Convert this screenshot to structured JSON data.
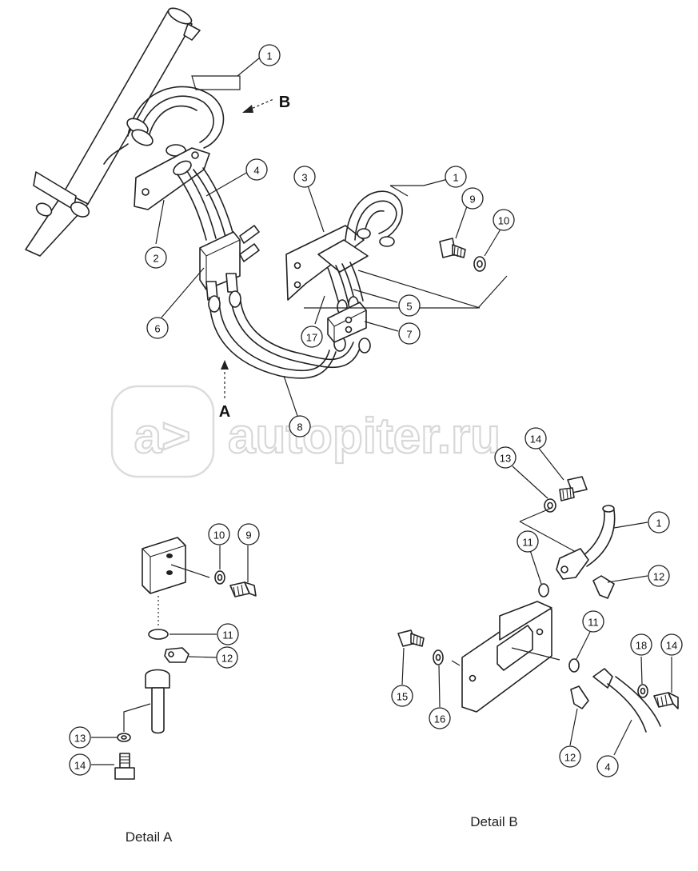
{
  "watermark": {
    "brand_text": "autopiter.ru",
    "logo_glyphs": "a>"
  },
  "view_markers": {
    "view_a": "A",
    "view_b": "B"
  },
  "captions": {
    "detail_a": "Detail A",
    "detail_b": "Detail B"
  },
  "callouts": {
    "main": [
      "1",
      "2",
      "3",
      "1",
      "9",
      "10",
      "4",
      "6",
      "5",
      "17",
      "7",
      "8"
    ],
    "detail_a": [
      "10",
      "9",
      "11",
      "12",
      "13",
      "14"
    ],
    "detail_b": [
      "14",
      "13",
      "1",
      "11",
      "12",
      "11",
      "15",
      "16",
      "18",
      "14",
      "12",
      "4"
    ]
  }
}
